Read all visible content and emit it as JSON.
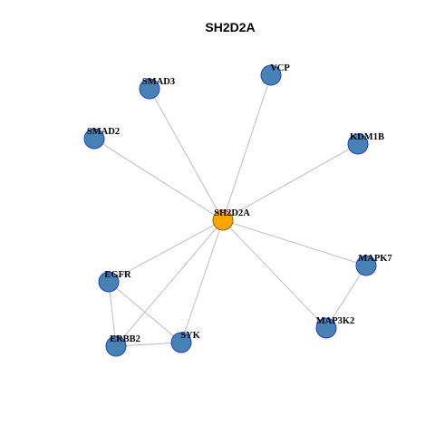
{
  "title": "SH2D2A",
  "colors": {
    "hub_fill": "#FFA500",
    "hub_stroke": "#8B6508",
    "node_fill": "#4682B4",
    "node_stroke": "#1C3FD6",
    "edge": "#B8B8B8"
  },
  "nodes": [
    {
      "id": "SH2D2A",
      "label": "SH2D2A",
      "hub": true
    },
    {
      "id": "VCP",
      "label": "VCP"
    },
    {
      "id": "SMAD3",
      "label": "SMAD3"
    },
    {
      "id": "SMAD2",
      "label": "SMAD2"
    },
    {
      "id": "KDM1B",
      "label": "KDM1B"
    },
    {
      "id": "EGFR",
      "label": "EGFR"
    },
    {
      "id": "MAPK7",
      "label": "MAPK7"
    },
    {
      "id": "MAP3K2",
      "label": "MAP3K2"
    },
    {
      "id": "ERBB2",
      "label": "ERBB2"
    },
    {
      "id": "SYK",
      "label": "SYK"
    }
  ],
  "edges": [
    [
      "SH2D2A",
      "VCP"
    ],
    [
      "SH2D2A",
      "SMAD3"
    ],
    [
      "SH2D2A",
      "SMAD2"
    ],
    [
      "SH2D2A",
      "KDM1B"
    ],
    [
      "SH2D2A",
      "EGFR"
    ],
    [
      "SH2D2A",
      "MAPK7"
    ],
    [
      "SH2D2A",
      "MAP3K2"
    ],
    [
      "SH2D2A",
      "ERBB2"
    ],
    [
      "SH2D2A",
      "SYK"
    ],
    [
      "MAPK7",
      "MAP3K2"
    ],
    [
      "EGFR",
      "ERBB2"
    ],
    [
      "EGFR",
      "SYK"
    ],
    [
      "ERBB2",
      "SYK"
    ]
  ]
}
